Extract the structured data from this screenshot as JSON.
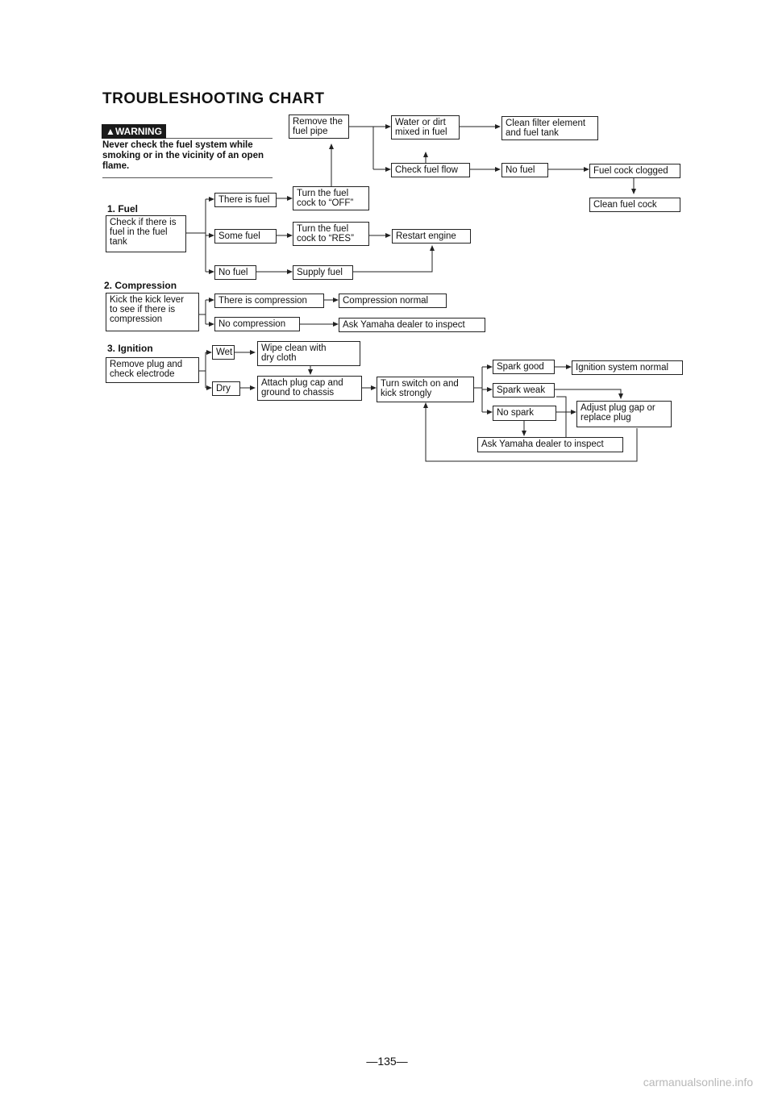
{
  "title": "TROUBLESHOOTING CHART",
  "warning": {
    "badge": "WARNING",
    "text": "Never check the fuel system while smoking or in the vicinity of an open flame."
  },
  "sections": {
    "fuel": "1. Fuel",
    "compression": "2. Compression",
    "ignition": "3. Ignition"
  },
  "boxes": {
    "check_fuel": "Check if there is\nfuel in the fuel\ntank",
    "there_is_fuel": "There is fuel",
    "some_fuel": "Some fuel",
    "no_fuel_1": "No fuel",
    "turn_off": "Turn the fuel\ncock to “OFF”",
    "turn_res": "Turn the fuel\ncock to “RES”",
    "supply_fuel": "Supply fuel",
    "remove_pipe": "Remove the\nfuel pipe",
    "water_dirt": "Water or dirt\nmixed in fuel",
    "clean_filter": "Clean filter element\nand fuel tank",
    "check_flow": "Check fuel flow",
    "no_fuel_2": "No fuel",
    "cock_clogged": "Fuel cock clogged",
    "clean_cock": "Clean fuel cock",
    "restart": "Restart engine",
    "kick": "Kick the kick lever\nto see if there is\ncompression",
    "there_is_comp": "There is compression",
    "comp_normal": "Compression normal",
    "no_comp": "No compression",
    "dealer_1": "Ask Yamaha dealer to inspect",
    "remove_plug": "Remove plug and\ncheck electrode",
    "wet": "Wet",
    "dry": "Dry",
    "wipe": "Wipe clean with\ndry cloth",
    "attach": "Attach plug cap and\nground to chassis",
    "turn_switch": "Turn switch on and\nkick strongly",
    "spark_good": "Spark good",
    "ign_normal": "Ignition system normal",
    "spark_weak": "Spark weak",
    "no_spark": "No spark",
    "adjust": "Adjust plug gap or\nreplace plug",
    "dealer_2": "Ask Yamaha dealer to inspect"
  },
  "page_number": "—135—",
  "footer": "carmanualsonline.info"
}
